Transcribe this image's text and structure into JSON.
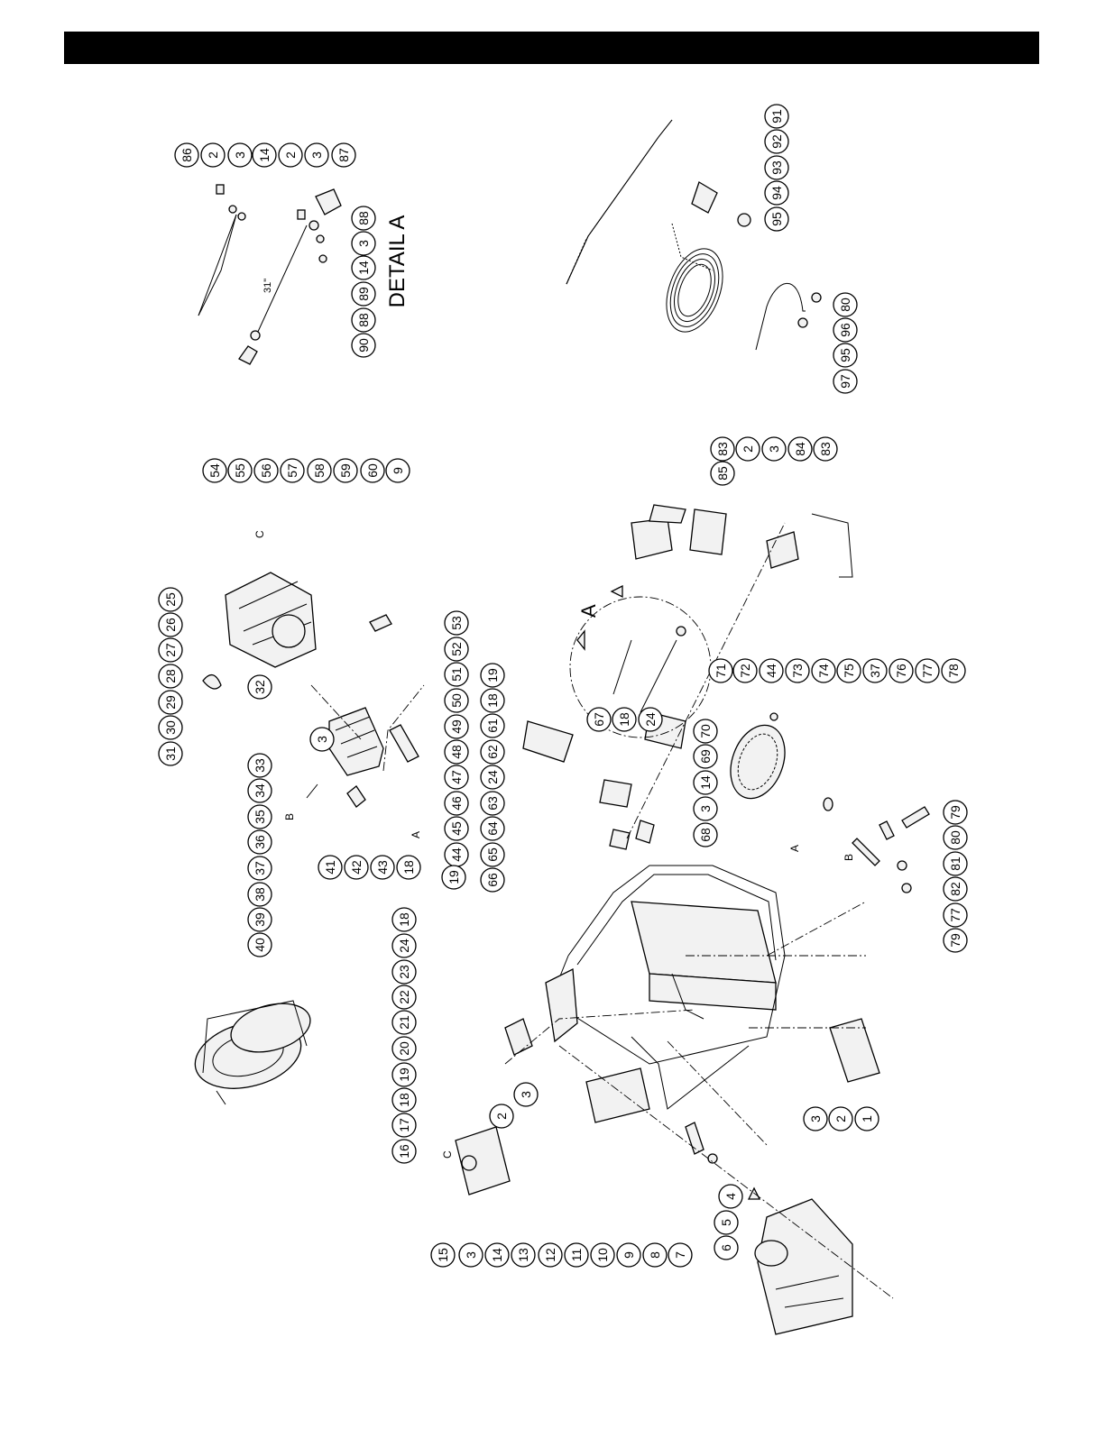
{
  "header": {
    "text": ""
  },
  "detail_title": "DETAIL  A",
  "detail_circle_label": "A",
  "hose_length_label": "31\"",
  "letter_labels": {
    "b1": "B",
    "b2": "B",
    "a1": "A",
    "a2": "A",
    "c1": "C",
    "c2": "C"
  },
  "callouts": [
    "1",
    "2",
    "3",
    "4",
    "5",
    "6",
    "7",
    "8",
    "9",
    "10",
    "11",
    "12",
    "13",
    "14",
    "15",
    "16",
    "17",
    "18",
    "19",
    "20",
    "21",
    "22",
    "23",
    "24",
    "25",
    "26",
    "27",
    "28",
    "29",
    "30",
    "31",
    "32",
    "33",
    "34",
    "35",
    "36",
    "37",
    "38",
    "39",
    "40",
    "41",
    "42",
    "43",
    "44",
    "45",
    "46",
    "47",
    "48",
    "49",
    "50",
    "51",
    "52",
    "53",
    "54",
    "55",
    "56",
    "57",
    "58",
    "59",
    "60",
    "61",
    "62",
    "63",
    "64",
    "65",
    "66",
    "67",
    "68",
    "69",
    "70",
    "71",
    "72",
    "73",
    "74",
    "75",
    "76",
    "77",
    "78",
    "79",
    "80",
    "81",
    "82",
    "83",
    "84",
    "85",
    "86",
    "87",
    "88",
    "89",
    "90",
    "91",
    "92",
    "93",
    "94",
    "95",
    "96",
    "97"
  ]
}
